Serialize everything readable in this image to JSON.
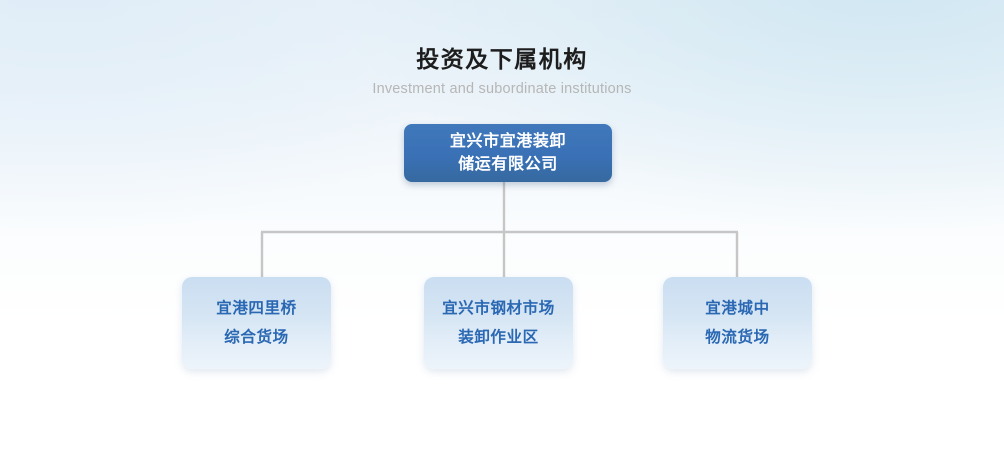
{
  "heading": {
    "title": "投资及下属机构",
    "subtitle": "Investment and subordinate institutions"
  },
  "chart": {
    "type": "org-chart",
    "root": {
      "name": "宜兴市宜港装卸储运有限公司",
      "line1": "宜兴市宜港装卸",
      "line2": "储运有限公司"
    },
    "children": [
      {
        "name": "宜港四里桥综合货场",
        "line1": "宜港四里桥",
        "line2": "综合货场"
      },
      {
        "name": "宜兴市钢材市场装卸作业区",
        "line1": "宜兴市钢材市场",
        "line2": "装卸作业区"
      },
      {
        "name": "宜港城中物流货场",
        "line1": "宜港城中",
        "line2": "物流货场"
      }
    ]
  },
  "colors": {
    "root_box": "#3b74b8",
    "root_text": "#ffffff",
    "child_box_top": "#cadef2",
    "child_box_bottom": "#edf4fb",
    "child_text": "#2a68b3",
    "connector_line": "#c6c6c6",
    "title_text": "#1d1d1d",
    "subtitle_text": "#b6b6b6",
    "background_top": "#e9f1f7",
    "background_bottom": "#ffffff"
  }
}
